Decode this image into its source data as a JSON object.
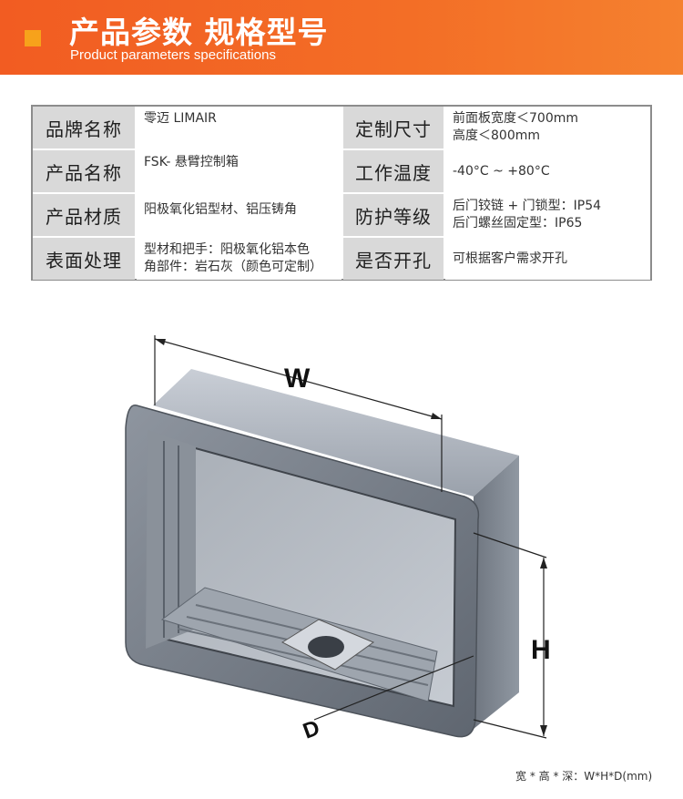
{
  "header": {
    "title": "产品参数 规格型号",
    "subtitle": "Product parameters specifications"
  },
  "specs": [
    {
      "label_left": "品牌名称",
      "value_left": [
        "零迈 LIMAIR"
      ],
      "label_right": "定制尺寸",
      "value_right": [
        "前面板宽度＜700mm",
        "高度＜800mm"
      ]
    },
    {
      "label_left": "产品名称",
      "value_left": [
        "FSK- 悬臂控制箱"
      ],
      "label_right": "工作温度",
      "value_right": [
        "-40°C ~ +80°C"
      ]
    },
    {
      "label_left": "产品材质",
      "value_left": [
        "阳极氧化铝型材、铝压铸角"
      ],
      "label_right": "防护等级",
      "value_right": [
        "后门铰链 + 门锁型：IP54",
        "后门螺丝固定型：IP65"
      ]
    },
    {
      "label_left": "表面处理",
      "value_left": [
        "型材和把手：阳极氧化铝本色",
        "角部件：岩石灰（颜色可定制）"
      ],
      "label_right": "是否开孔",
      "value_right": [
        "可根据客户需求开孔"
      ]
    }
  ],
  "diagram": {
    "label_w": "W",
    "label_h": "H",
    "label_d": "D"
  },
  "caption": "宽 * 高 * 深：W*H*D(mm)",
  "colors": {
    "header_start": "#f25c22",
    "header_end": "#f5812f",
    "accent_square": "#f7a21b",
    "label_cell": "#d9d9d9"
  }
}
